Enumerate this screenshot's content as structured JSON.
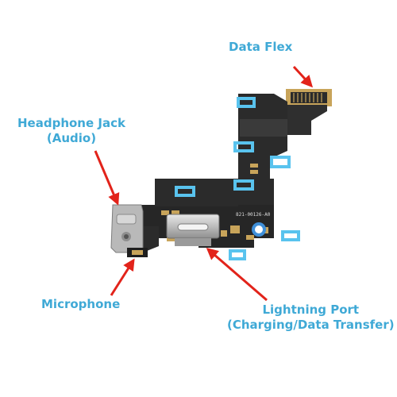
{
  "labels": {
    "data_flex": "Data Flex",
    "headphone_jack": [
      "Headphone Jack",
      "(Audio)"
    ],
    "microphone": "Microphone",
    "lightning_port": [
      "Lightning Port",
      "(Charging/Data Transfer)"
    ]
  },
  "board": {
    "part_number": "821-00126-A0"
  },
  "colors": {
    "label_text": "#3fa9d6",
    "arrow": "#e2231a",
    "flex_cable": "#2b2b2b",
    "gold_pad": "#c8a45a",
    "tape": "#59c3ee",
    "headphone_housing": "#b9b9b9",
    "connector_metal": "#cfcfcf"
  }
}
